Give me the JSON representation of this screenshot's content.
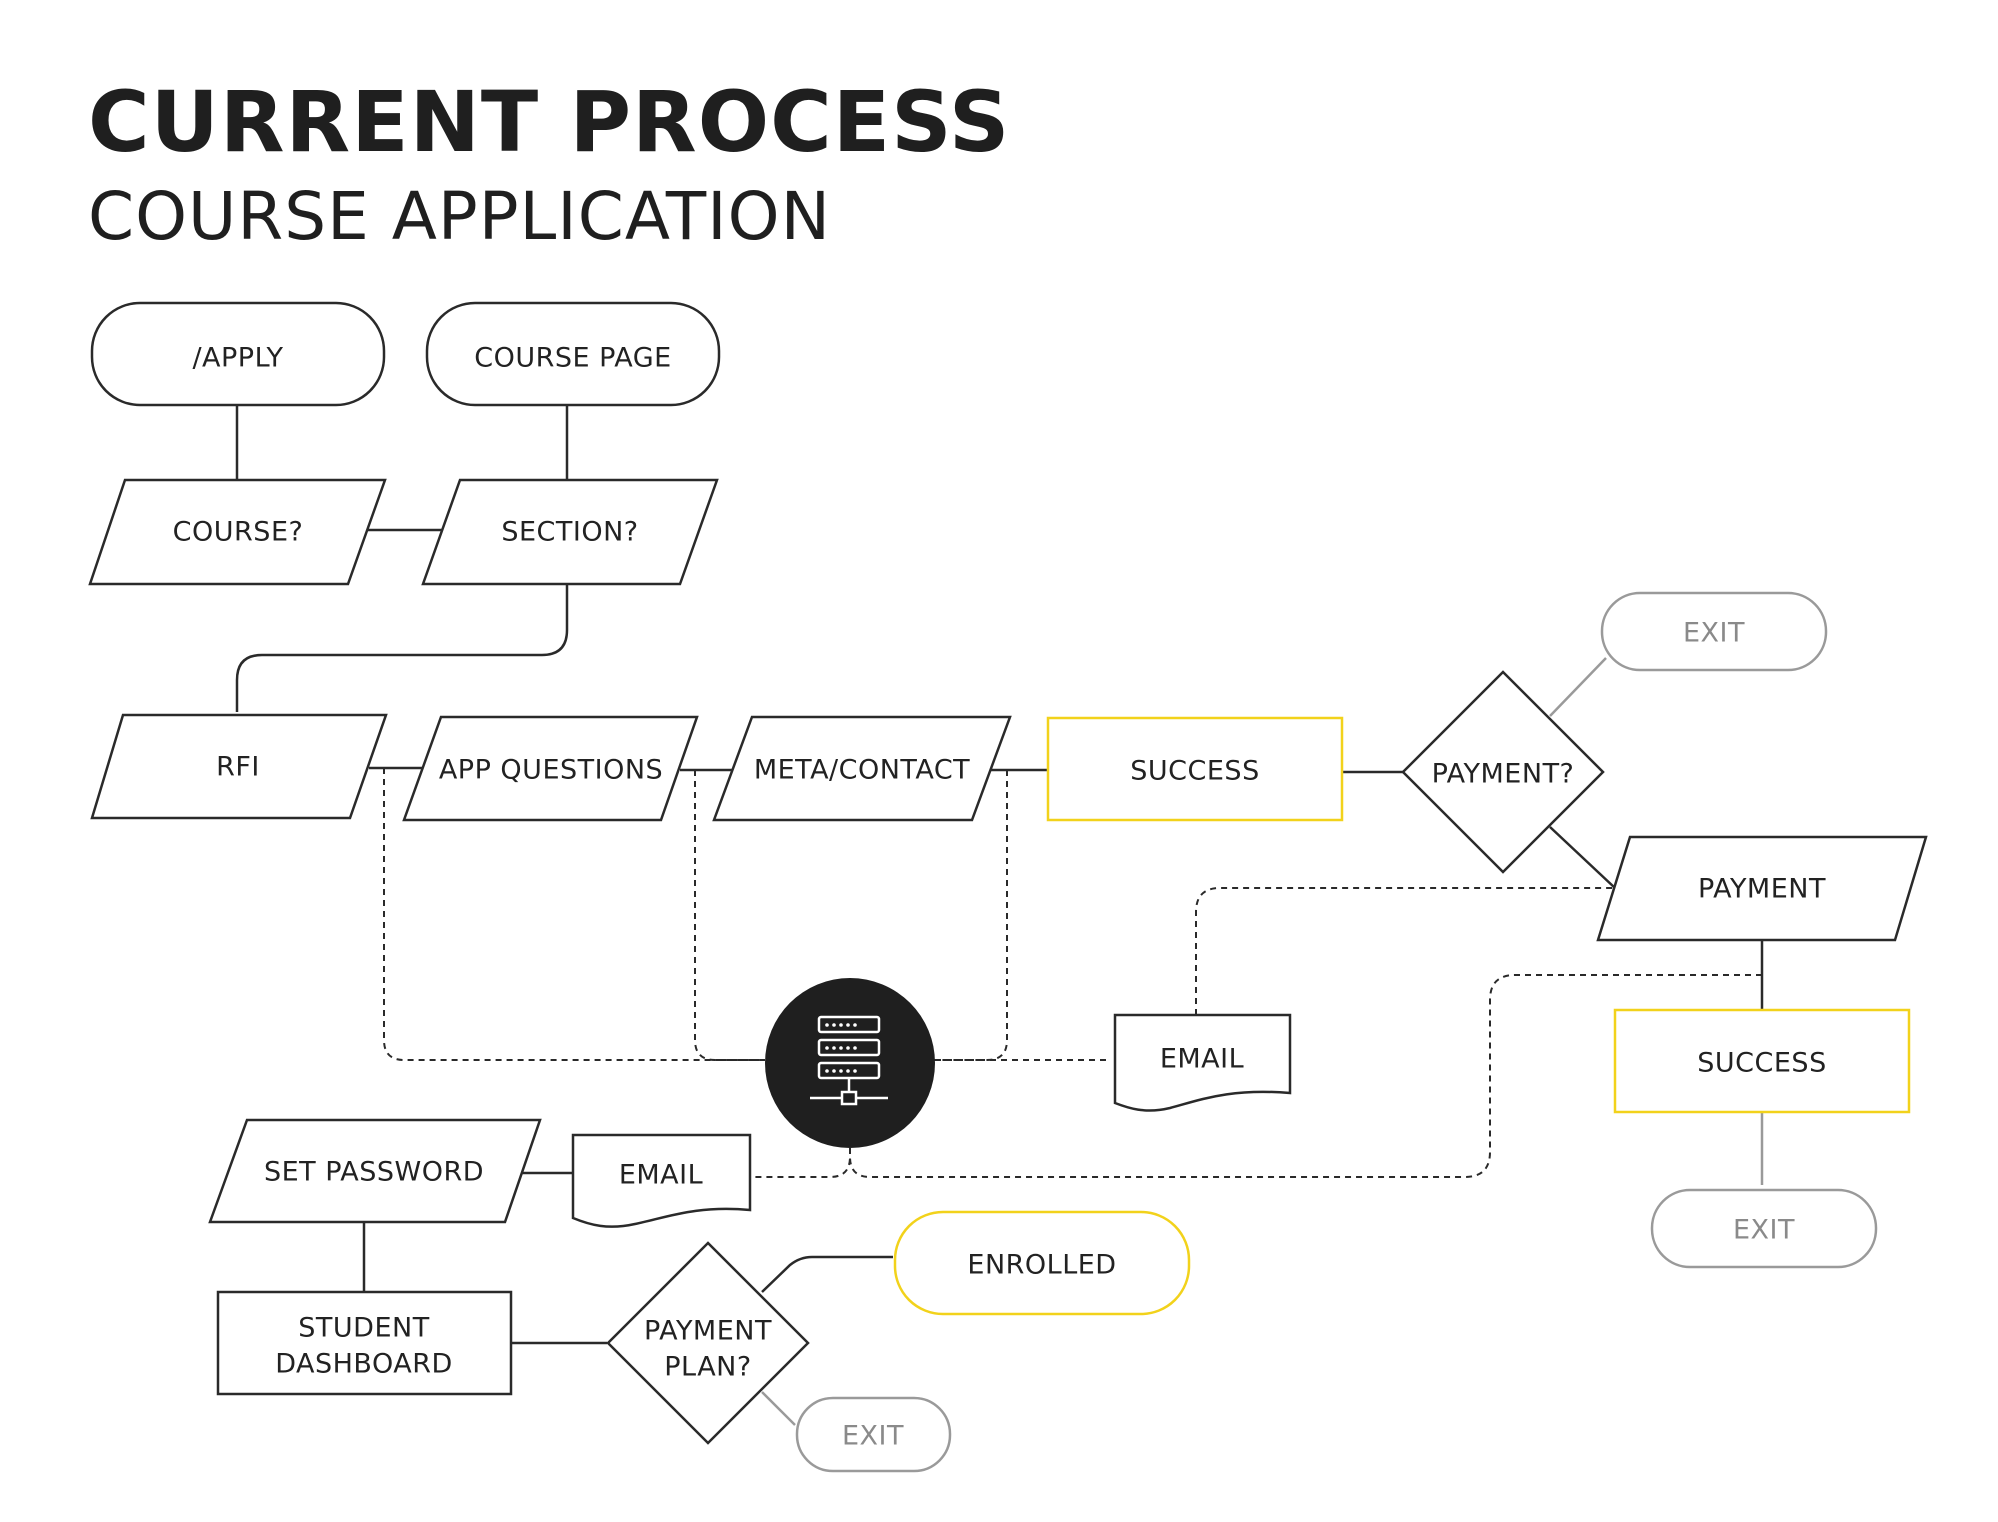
{
  "title": "CURRENT PROCESS",
  "subtitle": "COURSE APPLICATION",
  "colors": {
    "ink": "#2a2a2a",
    "highlight": "#f2d21b",
    "muted": "#9a9a9a",
    "server": "#1f1f1f"
  },
  "nodes": {
    "apply": "/APPLY",
    "course_page": "COURSE PAGE",
    "course_q": "COURSE?",
    "section_q": "SECTION?",
    "rfi": "RFI",
    "app_questions": "APP QUESTIONS",
    "meta_contact": "META/CONTACT",
    "success_1": "SUCCESS",
    "payment_q": "PAYMENT?",
    "exit_1": "EXIT",
    "payment": "PAYMENT",
    "email_1": "EMAIL",
    "success_2": "SUCCESS",
    "exit_2": "EXIT",
    "set_password": "SET PASSWORD",
    "email_2": "EMAIL",
    "student_dashboard_1": "STUDENT",
    "student_dashboard_2": "DASHBOARD",
    "payment_plan_1": "PAYMENT",
    "payment_plan_2": "PLAN?",
    "enrolled": "ENROLLED",
    "exit_3": "EXIT"
  },
  "icons": {
    "server": "server-icon"
  }
}
